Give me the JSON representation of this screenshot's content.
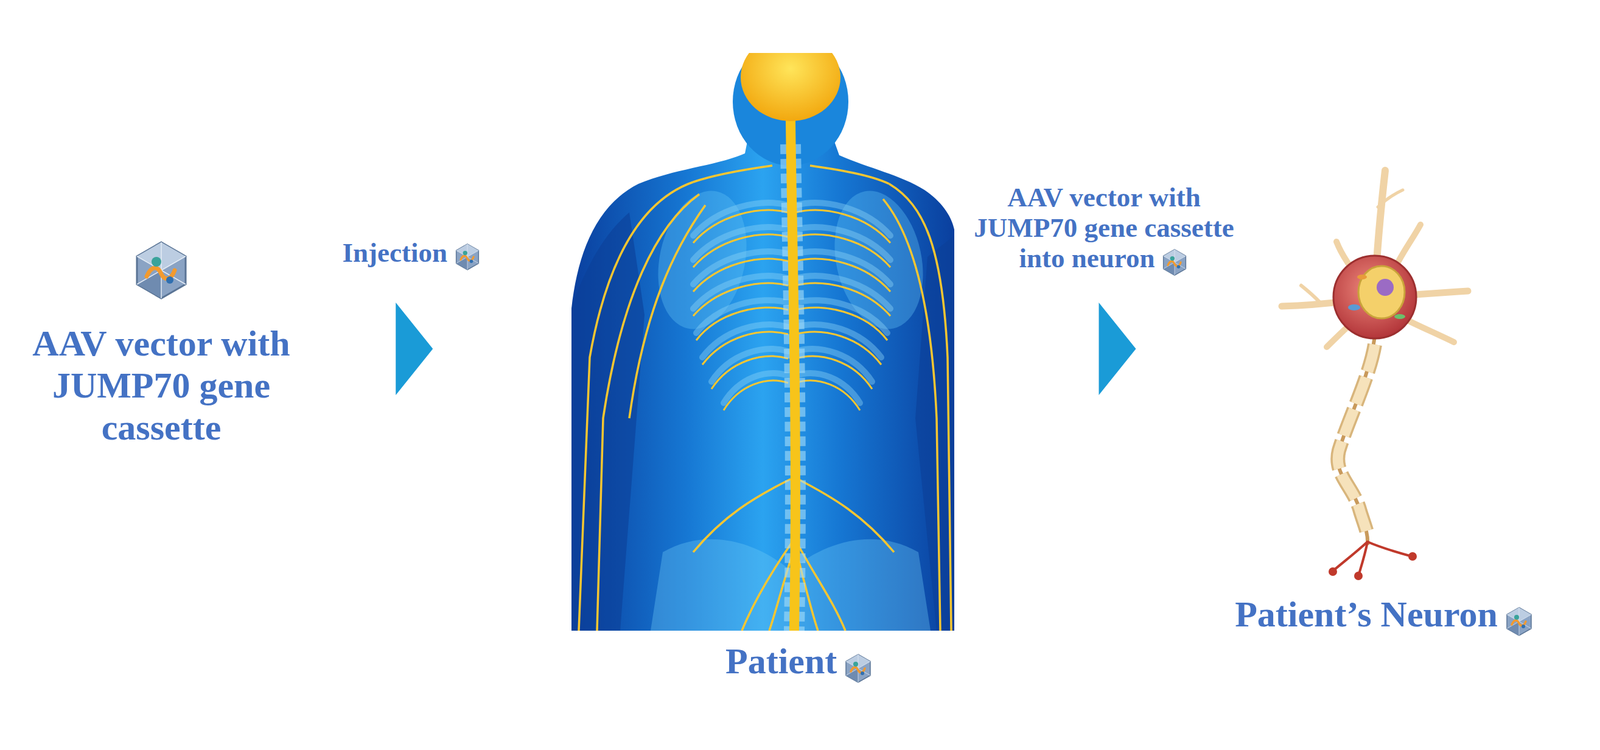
{
  "diagram": {
    "nodes": [
      {
        "text": [
          "AAV vector with JUMP70 gene cassette"
        ]
      },
      {
        "text": [
          "Patient"
        ]
      },
      {
        "text": [
          "Patient’s Neuron"
        ]
      }
    ],
    "edges": [
      {
        "from": 0,
        "to": 1,
        "arrow": "to",
        "label": "Injection"
      },
      {
        "from": 1,
        "to": 2,
        "arrow": "to",
        "label": "AAV vector with JUMP70 gene cassette into neuron"
      }
    ]
  }
}
